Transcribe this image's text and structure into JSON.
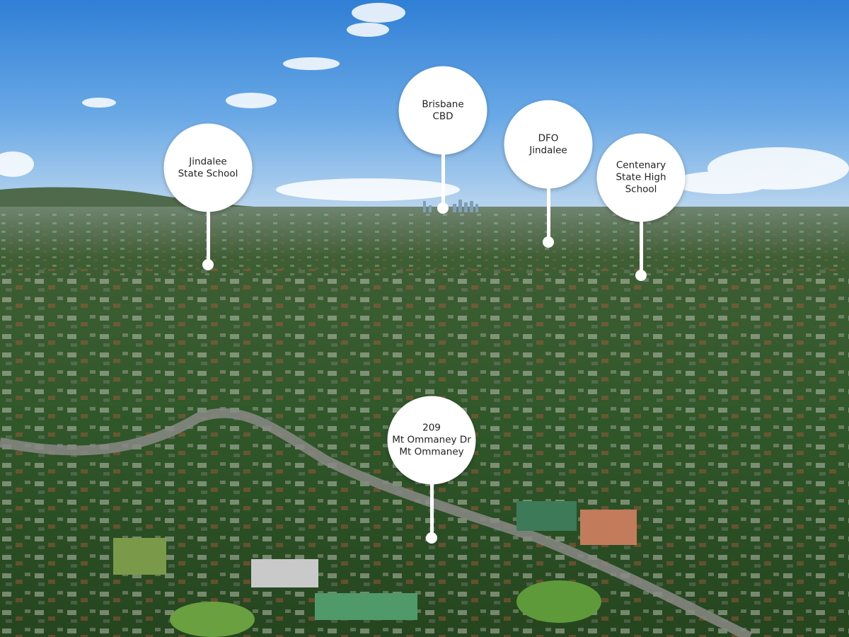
{
  "photo": {
    "subject": "aerial-suburb-photo",
    "colors": {
      "sky_top": "#2f7fd6",
      "sky_horizon": "#bcd7ef",
      "foliage": "#2f5a23",
      "roof_light": "#d9d6cf",
      "roof_terracotta": "#b65a3d"
    }
  },
  "markers": [
    {
      "id": "jindalee-state-school",
      "label": "Jindalee\nState School"
    },
    {
      "id": "brisbane-cbd",
      "label": "Brisbane\nCBD"
    },
    {
      "id": "dfo-jindalee",
      "label": "DFO\nJindalee"
    },
    {
      "id": "centenary-state-high-school",
      "label": "Centenary\nState High\nSchool"
    },
    {
      "id": "property",
      "label": "209\nMt Ommaney Dr\nMt Ommaney"
    }
  ],
  "marker_style": {
    "fill": "#ffffff",
    "text_color": "#222222"
  }
}
